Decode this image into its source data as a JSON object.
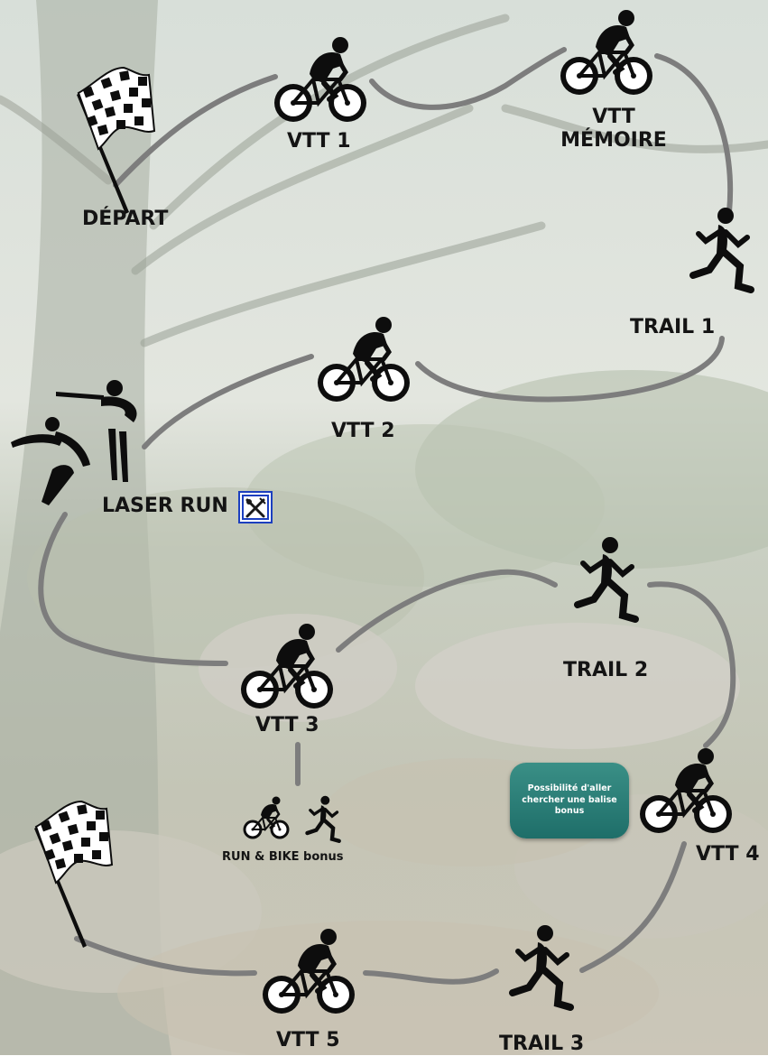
{
  "colors": {
    "path": "#7d7d7d",
    "silhouette": "#0d0d0d",
    "label_text": "#141414",
    "bonus_box": "#1e6e69",
    "meal_icon_border": "#1c3fbf"
  },
  "icons": {
    "start_flag": "checkered-flag-icon",
    "finish_flag": "checkered-flag-icon",
    "bike": "cyclist-icon",
    "run": "runner-icon",
    "laser_run": "shooting-runner-icon",
    "meal": "fork-knife-icon",
    "run_and_bike": "cyclist-runner-icon"
  },
  "stages": {
    "depart": "DÉPART",
    "vtt1": "VTT 1",
    "vtt_memoire_line1": "VTT",
    "vtt_memoire_line2": "MÉMOIRE",
    "trail1": "TRAIL 1",
    "vtt2": "VTT 2",
    "laser_run": "LASER RUN",
    "trail2": "TRAIL 2",
    "vtt3": "VTT 3",
    "run_bike_bonus": "RUN & BIKE bonus",
    "vtt4": "VTT 4",
    "vtt5": "VTT 5",
    "trail3": "TRAIL 3"
  },
  "bonus_note": "Possibilité d'aller chercher une balise bonus"
}
